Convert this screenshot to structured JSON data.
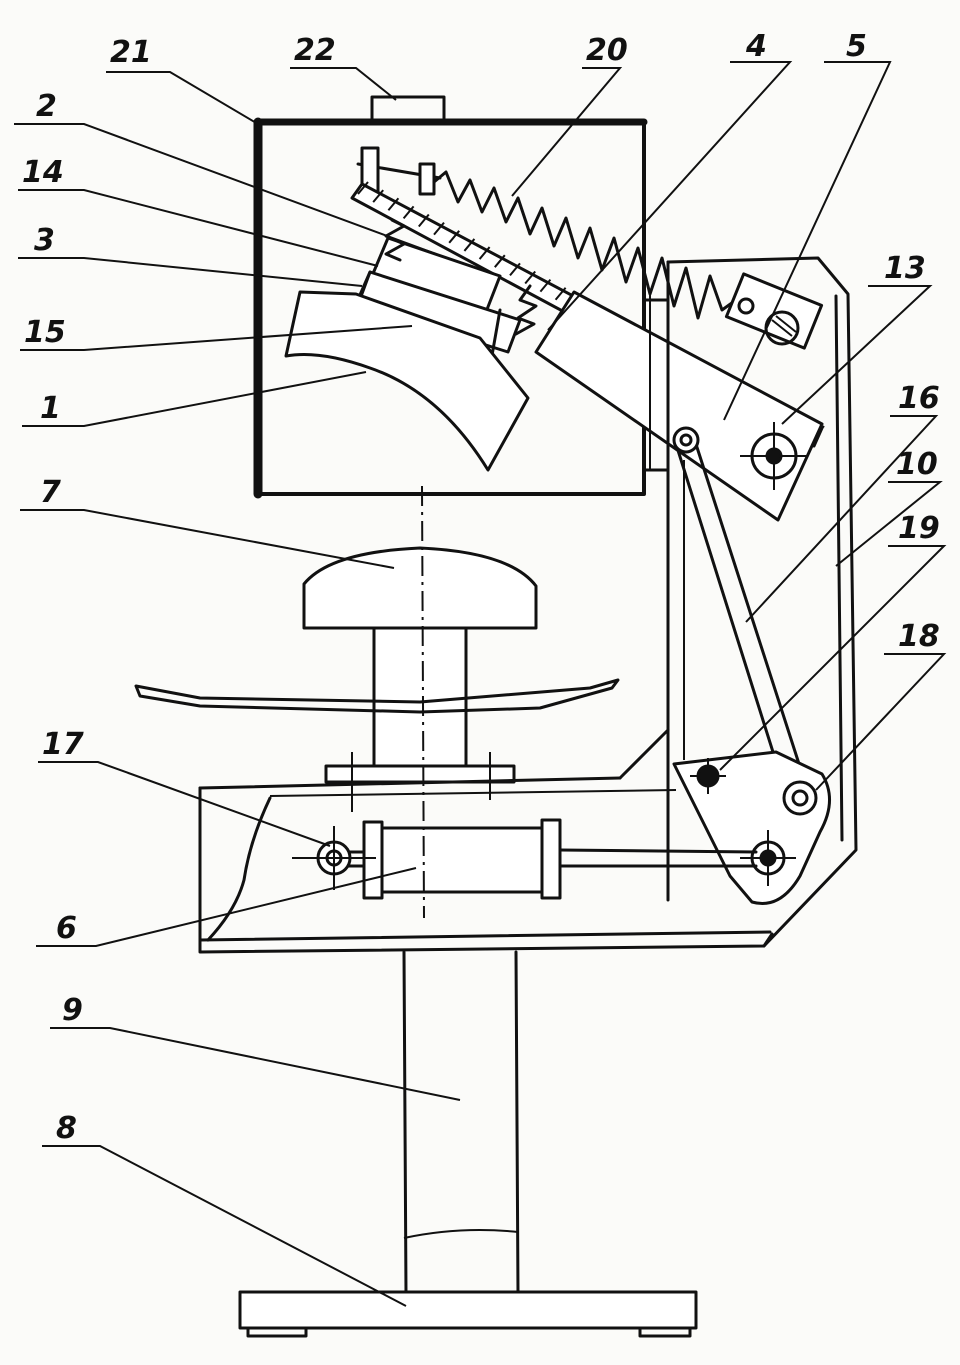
{
  "drawing": {
    "part_numbers": [
      "21",
      "22",
      "20",
      "4",
      "5",
      "2",
      "14",
      "3",
      "15",
      "1",
      "13",
      "16",
      "7",
      "10",
      "19",
      "18",
      "17",
      "6",
      "9",
      "8"
    ]
  },
  "colors": {
    "ink": "#111111",
    "paper": "#fbfbf9"
  }
}
